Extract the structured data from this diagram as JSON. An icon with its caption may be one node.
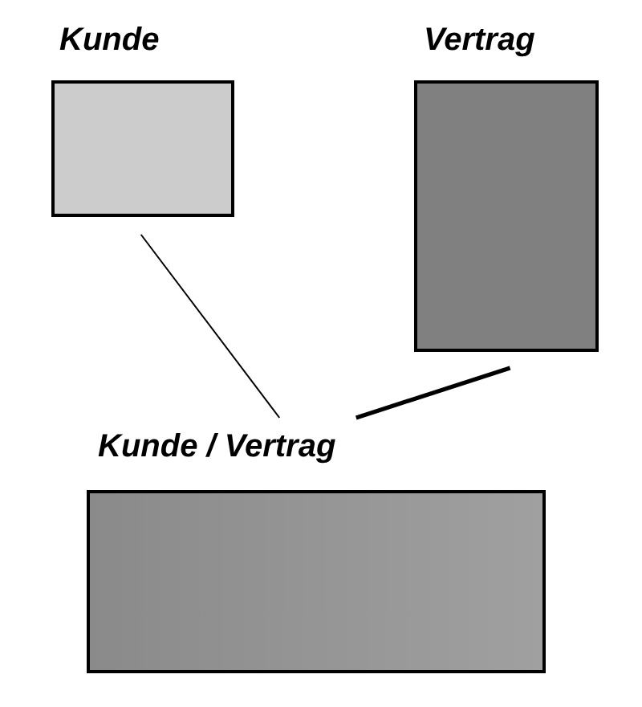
{
  "diagram": {
    "nodes": [
      {
        "text": [
          "Kunde"
        ]
      },
      {
        "text": [
          "Vertrag"
        ]
      },
      {
        "text": [
          "Kunde / Vertrag"
        ]
      }
    ],
    "edges": [
      {
        "from": 0,
        "to": 2,
        "arrow": "none"
      },
      {
        "from": 1,
        "to": 2,
        "arrow": "none",
        "style": "thick"
      }
    ]
  }
}
